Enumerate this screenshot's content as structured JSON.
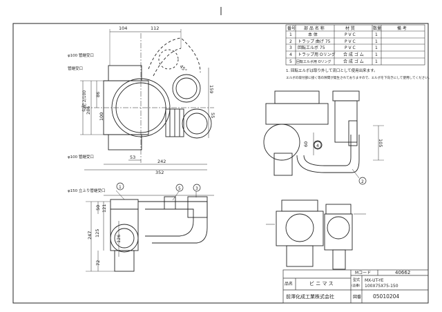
{
  "parts_table": {
    "headers": {
      "no": "番号",
      "name": "部 品 名 称",
      "material": "材 質",
      "qty": "数量",
      "note": "備 考"
    },
    "rows": [
      {
        "no": "1",
        "name": "本 体",
        "material": "P V C",
        "qty": "1"
      },
      {
        "no": "2",
        "name": "トラップ 曲げ 75",
        "material": "P V C",
        "qty": "1"
      },
      {
        "no": "3",
        "name": "回転エルボ 75",
        "material": "P V C",
        "qty": "1"
      },
      {
        "no": "4",
        "name": "トラップ用 Oリング",
        "material": "合 成 ゴ ム",
        "qty": "1"
      },
      {
        "no": "5",
        "name": "回転エルボ用 Oリング",
        "material": "合 成 ゴ ム",
        "qty": "1"
      }
    ]
  },
  "notes": {
    "note1": "1. 回転エルボは取り外して流口として使用出来ます。",
    "note2": "エルボの取付部に接く等の隙間が発生されておりますので、エルボを下向きにして使用してください。"
  },
  "top_view": {
    "dim_104": "104",
    "dim_112": "112",
    "dim_45deg": "45°",
    "dim_159": "159",
    "dim_55": "55",
    "dim_86": "86",
    "dim_100": "100",
    "dim_286": "286",
    "dim_slope": "勾配 2/100",
    "dim_53": "53",
    "dim_242": "242",
    "dim_352": "352",
    "label_inlet_top": "φ100 管継受口",
    "label_side": "管継受口",
    "label_inlet_bottom": "φ100 管継受口"
  },
  "side_view": {
    "label_riser": "φ150 立上り管継受口",
    "dim_50": "50",
    "dim_121": "121",
    "dim_125": "125",
    "dim_247": "247",
    "dim_126": "126",
    "dim_72": "72",
    "callout_1": "1",
    "callout_5": "5",
    "callout_3": "3"
  },
  "right_view": {
    "dim_60": "60",
    "dim_105": "105",
    "callout_4": "4",
    "callout_2": "2"
  },
  "title_block": {
    "mcode_label": "Mコード",
    "mcode_value": "40662",
    "name_label": "品名",
    "product_name": "ビ ニ マ ス",
    "model_label": "型式",
    "model_sub": "(品番)",
    "model_line1": "MX-UT-YE",
    "model_line2": "100X75X75-150",
    "company": "前澤化成工業株式会社",
    "drawing_no_label": "図番",
    "drawing_no": "05010204"
  }
}
